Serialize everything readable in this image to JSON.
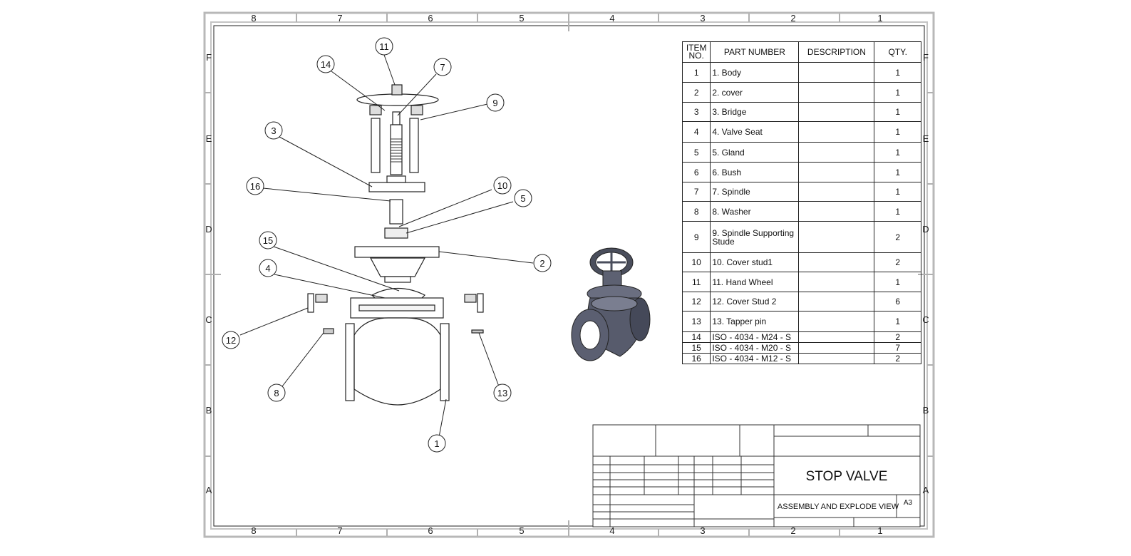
{
  "zones": {
    "columns": [
      "8",
      "7",
      "6",
      "5",
      "4",
      "3",
      "2",
      "1"
    ],
    "rows": [
      "F",
      "E",
      "D",
      "C",
      "B",
      "A"
    ]
  },
  "bom": {
    "headers": {
      "item_no": "ITEM NO.",
      "part_number": "PART NUMBER",
      "description": "DESCRIPTION",
      "qty": "QTY."
    },
    "rows": [
      {
        "item": "1",
        "part": "1. Body",
        "desc": "",
        "qty": "1"
      },
      {
        "item": "2",
        "part": "2. cover",
        "desc": "",
        "qty": "1"
      },
      {
        "item": "3",
        "part": "3. Bridge",
        "desc": "",
        "qty": "1"
      },
      {
        "item": "4",
        "part": "4. Valve Seat",
        "desc": "",
        "qty": "1"
      },
      {
        "item": "5",
        "part": "5. Gland",
        "desc": "",
        "qty": "1"
      },
      {
        "item": "6",
        "part": "6. Bush",
        "desc": "",
        "qty": "1"
      },
      {
        "item": "7",
        "part": "7. Spindle",
        "desc": "",
        "qty": "1"
      },
      {
        "item": "8",
        "part": "8. Washer",
        "desc": "",
        "qty": "1"
      },
      {
        "item": "9",
        "part": "9. Spindle Supporting Stude",
        "desc": "",
        "qty": "2"
      },
      {
        "item": "10",
        "part": "10. Cover stud1",
        "desc": "",
        "qty": "2"
      },
      {
        "item": "11",
        "part": "11. Hand Wheel",
        "desc": "",
        "qty": "1"
      },
      {
        "item": "12",
        "part": "12. Cover Stud 2",
        "desc": "",
        "qty": "6"
      },
      {
        "item": "13",
        "part": "13. Tapper pin",
        "desc": "",
        "qty": "1"
      },
      {
        "item": "14",
        "part": "ISO - 4034 - M24 - S",
        "desc": "",
        "qty": "2"
      },
      {
        "item": "15",
        "part": "ISO - 4034 - M20 - S",
        "desc": "",
        "qty": "7"
      },
      {
        "item": "16",
        "part": "ISO - 4034 - M12 - S",
        "desc": "",
        "qty": "2"
      }
    ]
  },
  "balloons": [
    "11",
    "14",
    "7",
    "9",
    "3",
    "16",
    "10",
    "5",
    "15",
    "2",
    "4",
    "12",
    "8",
    "13",
    "1"
  ],
  "title_block": {
    "title": "STOP VALVE",
    "dwg_title": "ASSEMBLY AND EXPLODE VIEW",
    "size": "A3"
  }
}
